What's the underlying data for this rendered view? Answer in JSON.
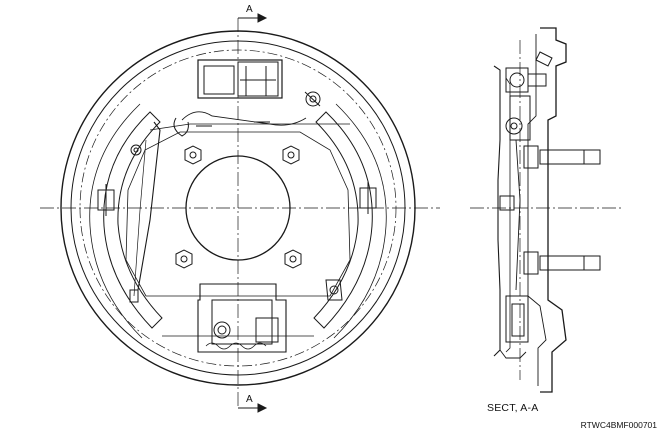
{
  "diagram": {
    "section_marks": [
      "A",
      "A"
    ],
    "section_title": "SECT, A-A",
    "reference_code": "RTWC4BMF000701"
  },
  "colors": {
    "line": "#1a1a1a",
    "background": "#ffffff"
  }
}
